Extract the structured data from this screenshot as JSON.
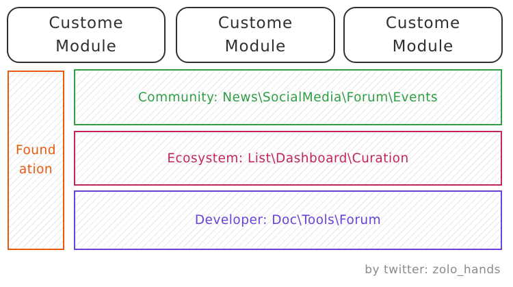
{
  "modules": [
    {
      "line1": "Custome",
      "line2": "Module"
    },
    {
      "line1": "Custome",
      "line2": "Module"
    },
    {
      "line1": "Custome",
      "line2": "Module"
    }
  ],
  "foundation": {
    "line1": "Found",
    "line2": "ation",
    "color": "#e8590c"
  },
  "layers": {
    "community": {
      "label": "Community: News\\SocialMedia\\Forum\\Events",
      "color": "#2f9e44"
    },
    "ecosystem": {
      "label": "Ecosystem: List\\Dashboard\\Curation",
      "color": "#c2255c"
    },
    "developer": {
      "label": "Developer: Doc\\Tools\\Forum",
      "color": "#6741d9"
    }
  },
  "credit": "by twitter: zolo_hands"
}
